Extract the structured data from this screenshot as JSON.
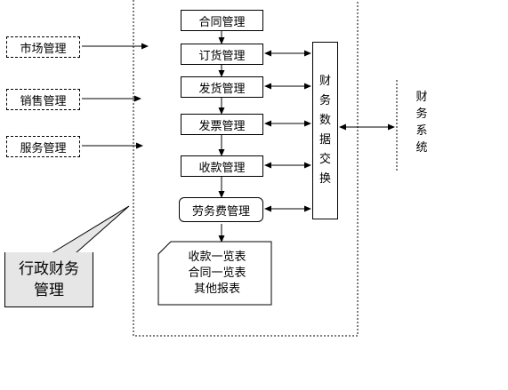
{
  "left_modules": [
    "市场管理",
    "销售管理",
    "服务管理"
  ],
  "flow_boxes": [
    "合同管理",
    "订货管理",
    "发货管理",
    "发票管理",
    "收款管理",
    "劳务费管理"
  ],
  "exchange_chars": [
    "财",
    "务",
    "数",
    "据",
    "交",
    "换"
  ],
  "external_chars": [
    "财",
    "务",
    "系",
    "统"
  ],
  "report_lines": [
    "收款一览表",
    "合同一览表",
    "其他报表"
  ],
  "callout_lines": [
    "行政财务",
    "管理"
  ]
}
